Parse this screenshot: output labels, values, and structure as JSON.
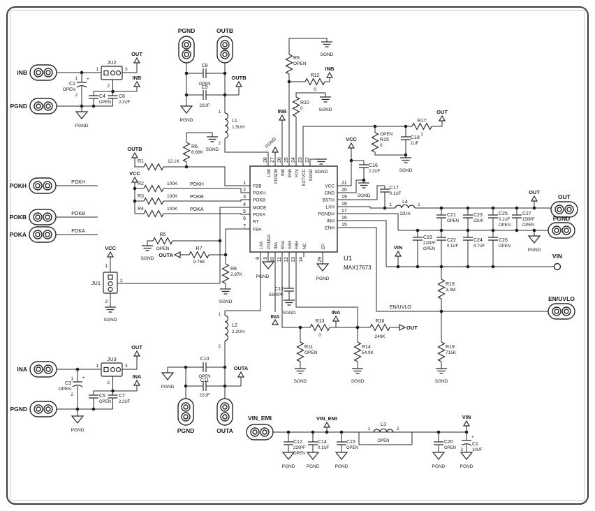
{
  "ic": {
    "ref": "U1",
    "part": "MAX17673",
    "left": [
      {
        "n": "1",
        "name": "FBB"
      },
      {
        "n": "2",
        "name": "POKH"
      },
      {
        "n": "3",
        "name": "POKB"
      },
      {
        "n": "4",
        "name": "MODE"
      },
      {
        "n": "5",
        "name": "POKA"
      },
      {
        "n": "6",
        "name": "RT"
      },
      {
        "n": "7",
        "name": "FBA"
      }
    ],
    "right": [
      {
        "n": "21",
        "name": "VCC"
      },
      {
        "n": "20",
        "name": "GND"
      },
      {
        "n": "19",
        "name": "BSTH"
      },
      {
        "n": "18",
        "name": "LXH"
      },
      {
        "n": "17",
        "name": "PGNDH"
      },
      {
        "n": "16",
        "name": "INH"
      },
      {
        "n": "15",
        "name": "ENH"
      }
    ],
    "top": [
      {
        "n": "28",
        "name": "LXB"
      },
      {
        "n": "27",
        "name": "PGNDB"
      },
      {
        "n": "26",
        "name": "INB"
      },
      {
        "n": "25",
        "name": "ENB"
      },
      {
        "n": "24",
        "name": "FDV"
      },
      {
        "n": "23",
        "name": "EXTVCC"
      },
      {
        "n": "22",
        "name": "SGND"
      }
    ],
    "bottom": [
      {
        "n": "8",
        "name": "LXA"
      },
      {
        "n": "9",
        "name": "PGNDA"
      },
      {
        "n": "10",
        "name": "INA"
      },
      {
        "n": "11",
        "name": "ENA"
      },
      {
        "n": "12",
        "name": "SSH"
      },
      {
        "n": "13",
        "name": "FBH"
      },
      {
        "n": "14",
        "name": "NC"
      },
      {
        "n": "29",
        "name": "EP"
      }
    ]
  },
  "r": {
    "r1": {
      "ref": "R1",
      "v": "12.1K"
    },
    "r2": {
      "ref": "R2",
      "v": "100K"
    },
    "r3": {
      "ref": "R3",
      "v": "100K"
    },
    "r4": {
      "ref": "R4",
      "v": "100K"
    },
    "r5": {
      "ref": "R5",
      "v": "OPEN"
    },
    "r6": {
      "ref": "R6",
      "v": "8.66K"
    },
    "r7": {
      "ref": "R7",
      "v": "9.76K"
    },
    "r8": {
      "ref": "R8",
      "v": "2.87K"
    },
    "r9": {
      "ref": "R9",
      "v": "OPEN"
    },
    "r10": {
      "ref": "R10",
      "v": "0"
    },
    "r11": {
      "ref": "R11",
      "v": "OPEN"
    },
    "r12": {
      "ref": "R12",
      "v": "0"
    },
    "r13": {
      "ref": "R13",
      "v": "0"
    },
    "r14": {
      "ref": "R14",
      "v": "54.9K"
    },
    "r15": {
      "ref": "R15",
      "v": "0",
      "note": "OPEN"
    },
    "r16": {
      "ref": "R16",
      "v": "249K"
    },
    "r17": {
      "ref": "R17",
      "v": "1"
    },
    "r18": {
      "ref": "R18",
      "v": "3.3M"
    },
    "r19": {
      "ref": "R19",
      "v": "715K"
    }
  },
  "c": {
    "c1": {
      "ref": "C1",
      "v": "10UF"
    },
    "c2": {
      "ref": "C2",
      "v": "OPEN"
    },
    "c3": {
      "ref": "C3",
      "v": "OPEN"
    },
    "c4": {
      "ref": "C4",
      "v": "OPEN"
    },
    "c5": {
      "ref": "C5",
      "v": "OPEN"
    },
    "c6": {
      "ref": "C6",
      "v": "2.2UF"
    },
    "c7": {
      "ref": "C7",
      "v": "2.2UF"
    },
    "c8": {
      "ref": "C8",
      "v": "OPEN"
    },
    "c9": {
      "ref": "C9",
      "v": "22UF"
    },
    "c10": {
      "ref": "C10",
      "v": "OPEN"
    },
    "c11": {
      "ref": "C11",
      "v": "22UF"
    },
    "c12": {
      "ref": "C12",
      "v": "220PF",
      "v2": "OPEN"
    },
    "c13": {
      "ref": "C13",
      "v": "5600PF"
    },
    "c14": {
      "ref": "C14",
      "v": "0.1UF"
    },
    "c15": {
      "ref": "C15",
      "v": "OPEN"
    },
    "c16": {
      "ref": "C16",
      "v": "2.2UF"
    },
    "c17": {
      "ref": "C17",
      "v": "0.1UF"
    },
    "c18": {
      "ref": "C18",
      "v": "1UF"
    },
    "c19": {
      "ref": "C19",
      "v": "220PF",
      "v2": "OPEN"
    },
    "c20": {
      "ref": "C20",
      "v": "OPEN"
    },
    "c21": {
      "ref": "C21",
      "v": "OPEN"
    },
    "c22": {
      "ref": "C22",
      "v": "0.1UF"
    },
    "c23": {
      "ref": "C23",
      "v": "22UF"
    },
    "c24": {
      "ref": "C24",
      "v": "4.7UF"
    },
    "c25": {
      "ref": "C25",
      "v": "0.1UF",
      "v2": "OPEN"
    },
    "c26": {
      "ref": "C26",
      "v": "OPEN"
    },
    "c27": {
      "ref": "C27",
      "v": "150PF",
      "v2": "OPEN"
    }
  },
  "l": {
    "l1": {
      "ref": "L1",
      "v": "1.5UH"
    },
    "l2": {
      "ref": "L2",
      "v": "2.2UH"
    },
    "l3": {
      "ref": "L3",
      "v": "OPEN"
    },
    "l4": {
      "ref": "L4",
      "v": "22UH"
    }
  },
  "ju": {
    "ju1": "JU1",
    "ju2": "JU2",
    "ju3": "JU3"
  },
  "nets": {
    "out": "OUT",
    "inb": "INB",
    "outb": "OUTB",
    "ina": "INA",
    "outa": "OUTA",
    "vcc": "VCC",
    "vin": "VIN",
    "vin_emi": "VIN_EMI",
    "en_uvlo": "EN/UVLO",
    "pgnd": "PGND",
    "sgnd": "SGND",
    "pokh": "POKH",
    "pokb": "POKB",
    "poka": "POKA"
  },
  "pins": {
    "p1": "1",
    "p2": "2",
    "p3": "3",
    "plus": "+"
  }
}
